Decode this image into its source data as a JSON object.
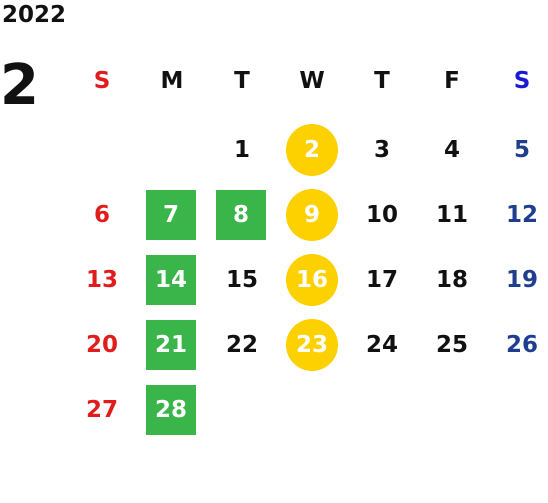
{
  "calendar": {
    "year": "2022",
    "month": "2",
    "weekdays": [
      "S",
      "M",
      "T",
      "W",
      "T",
      "F",
      "S"
    ],
    "weeks": [
      [
        "",
        "",
        "1",
        "2",
        "3",
        "4",
        "5"
      ],
      [
        "6",
        "7",
        "8",
        "9",
        "10",
        "11",
        "12"
      ],
      [
        "13",
        "14",
        "15",
        "16",
        "17",
        "18",
        "19"
      ],
      [
        "20",
        "21",
        "22",
        "23",
        "24",
        "25",
        "26"
      ],
      [
        "27",
        "28",
        "",
        "",
        "",
        "",
        ""
      ]
    ],
    "green_days": [
      "7",
      "8",
      "14",
      "21",
      "28"
    ],
    "yellow_days": [
      "2",
      "9",
      "16",
      "23"
    ],
    "colors": {
      "sunday": "#e11c1c",
      "saturday_header": "#1a1ad6",
      "saturday": "#1f3e8f",
      "green_highlight": "#3ab54a",
      "yellow_highlight": "#fdd000"
    }
  }
}
